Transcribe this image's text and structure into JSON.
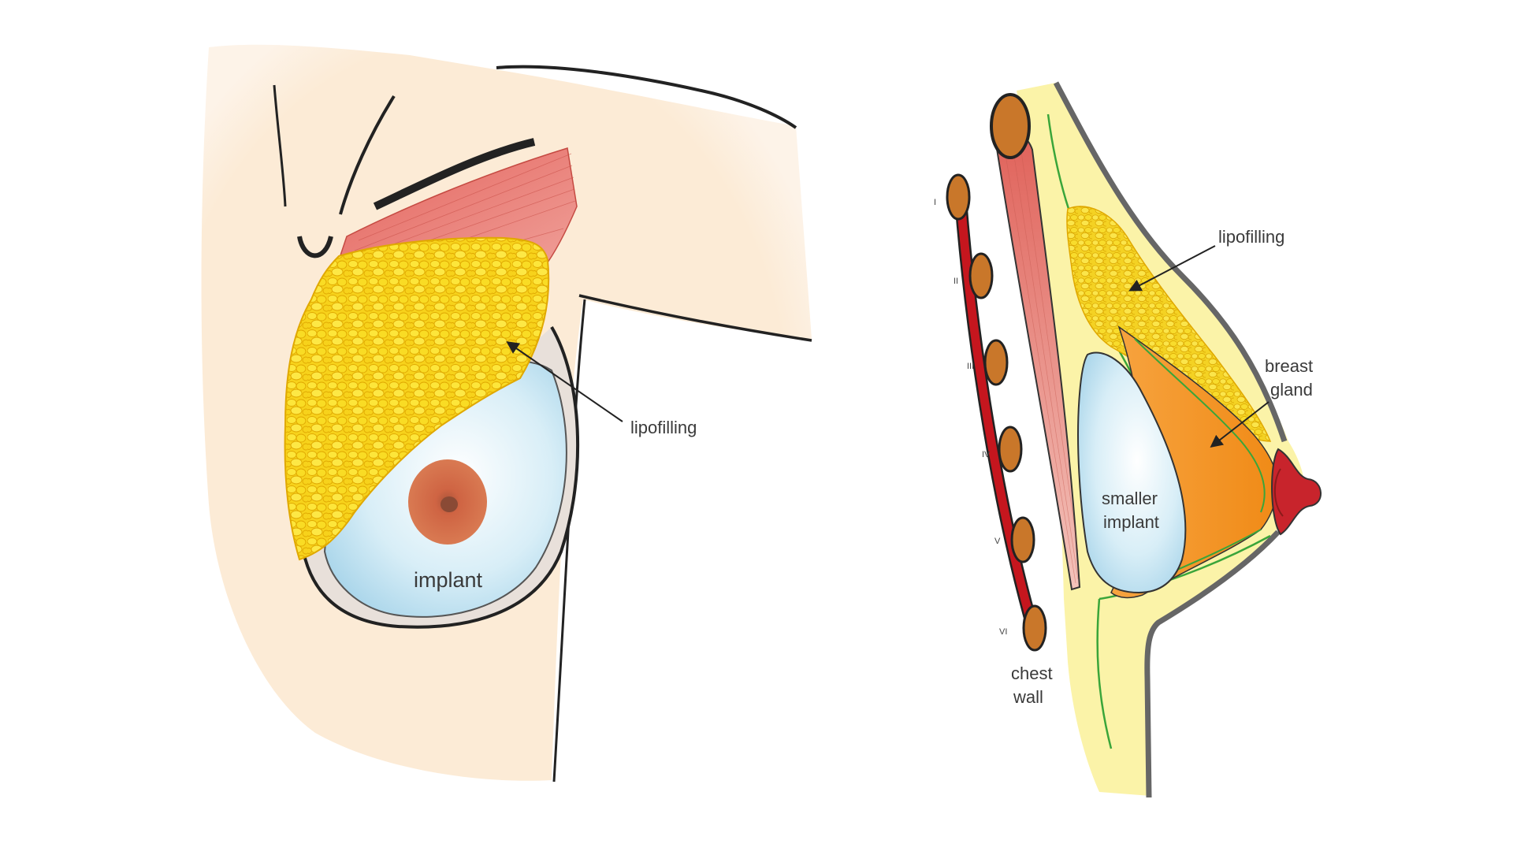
{
  "colors": {
    "skin": "#fcebd6",
    "muscle": "#e16b63",
    "fat": "#f5d51c",
    "fat_edge": "#d89a00",
    "implant": "#c6e6f3",
    "gland": "#f39321",
    "areola": "#d76a45",
    "rib": "#c5161e",
    "rib_joint": "#c9772a",
    "outline": "#222222",
    "fascia": "#3aa53a"
  },
  "front_view": {
    "label_lipofilling": "lipofilling",
    "label_implant": "implant"
  },
  "side_view": {
    "label_lipofilling": "lipofilling",
    "label_gland_line1": "breast",
    "label_gland_line2": "gland",
    "label_implant_line1": "smaller",
    "label_implant_line2": "implant",
    "label_chest_line1": "chest",
    "label_chest_line2": "wall",
    "ribs": [
      "I",
      "II",
      "III",
      "IV",
      "V",
      "VI"
    ]
  }
}
